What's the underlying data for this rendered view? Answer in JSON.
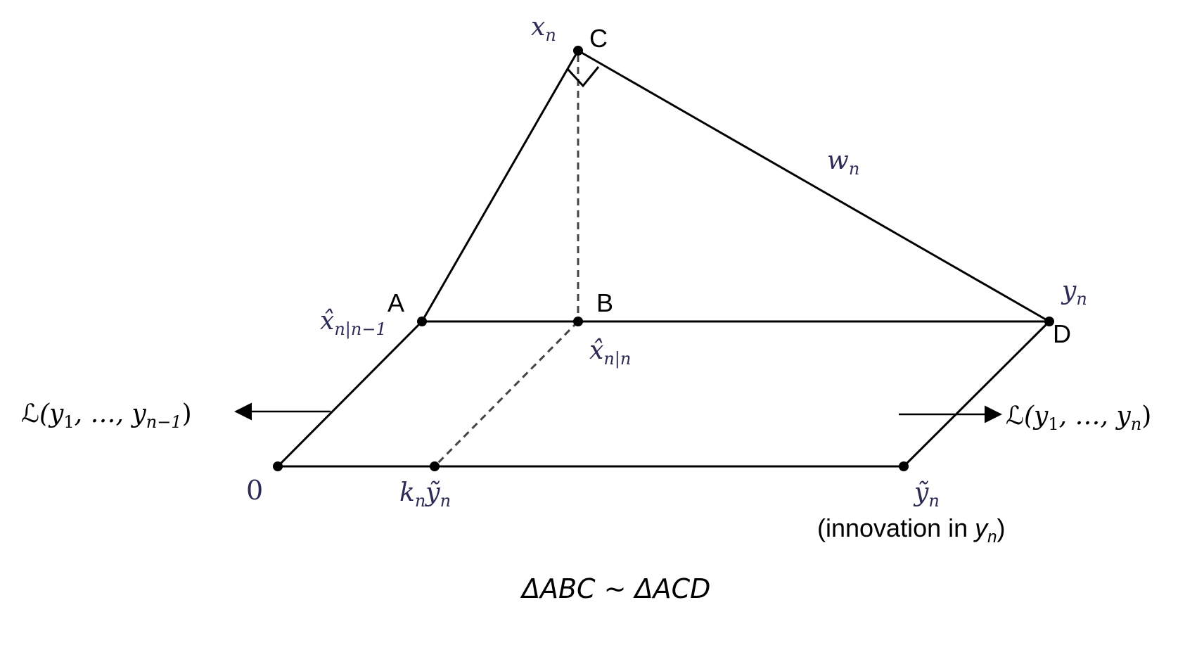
{
  "diagram": {
    "points": {
      "C": {
        "name": "C",
        "math": "x",
        "sub": "n"
      },
      "A": {
        "name": "A",
        "math": "x̂",
        "sub": "n|n−1"
      },
      "B": {
        "name": "B",
        "math": "x̂",
        "sub": "n|n"
      },
      "D": {
        "name": "D",
        "math": "y",
        "sub": "n"
      },
      "O": {
        "math": "0"
      },
      "K": {
        "math_pre": "k",
        "pre_sub": "n",
        "math": "ỹ",
        "sub": "n"
      },
      "Y": {
        "math": "ỹ",
        "sub": "n"
      }
    },
    "edge_label_w": {
      "math": "w",
      "sub": "n"
    },
    "innovation_note": {
      "text": "(innovation in ",
      "math": "y",
      "sub": "n",
      "close": ")"
    },
    "span_left": {
      "script": "ℒ",
      "open": "(y",
      "sub1": "1",
      "mid": ", …, y",
      "sub2": "n−1",
      "close": ")"
    },
    "span_right": {
      "script": "ℒ",
      "open": "(y",
      "sub1": "1",
      "mid": ", …, y",
      "sub2": "n",
      "close": ")"
    },
    "caption": {
      "left": "ΔABC",
      "rel": " ~ ",
      "right": "ΔACD"
    }
  }
}
